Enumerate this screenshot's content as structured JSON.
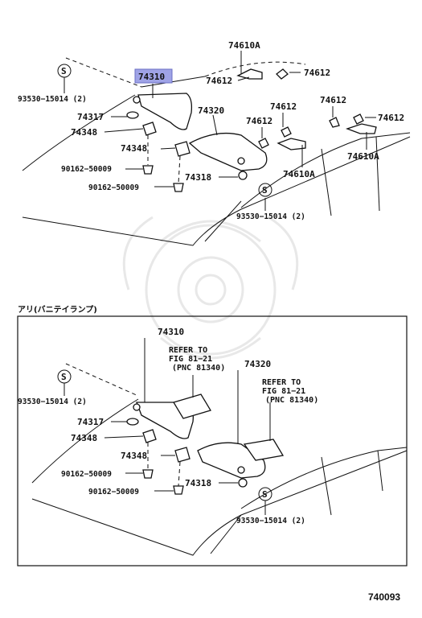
{
  "diagram_id": "740093",
  "highlight_color": "#9fa3e6",
  "section_label": "アリ(バニテイランプ)",
  "top": {
    "highlighted_part": "74310",
    "labels": {
      "p74610A_a": "74610A",
      "p74612_a": "74612",
      "p74612_b": "74612",
      "p74320": "74320",
      "p74612_c": "74612",
      "p74612_d": "74612",
      "p74612_e": "74612",
      "p74610A_b": "74610A",
      "p74610A_c": "74610A",
      "p93530_a": "93530−15014 (2)",
      "p74317": "74317",
      "p74348_a": "74348",
      "p74348_b": "74348",
      "p90162_a": "90162−50009",
      "p90162_b": "90162−50009",
      "p74318": "74318",
      "p93530_b": "93530−15014 (2)",
      "s_icon_a": "S",
      "s_icon_b": "S"
    }
  },
  "bottom": {
    "labels": {
      "p74310": "74310",
      "p74320": "74320",
      "p93530_a": "93530−15014 (2)",
      "p74317": "74317",
      "p74348_a": "74348",
      "p74348_b": "74348",
      "p90162_a": "90162−50009",
      "p90162_b": "90162−50009",
      "p74318": "74318",
      "p93530_b": "93530−15014 (2)",
      "s_icon_a": "S",
      "s_icon_b": "S"
    },
    "refer_a": [
      "REFER TO",
      "FIG 81−21",
      "(PNC 81340)"
    ],
    "refer_b": [
      "REFER TO",
      "FIG 81−21",
      "(PNC 81340)"
    ]
  }
}
